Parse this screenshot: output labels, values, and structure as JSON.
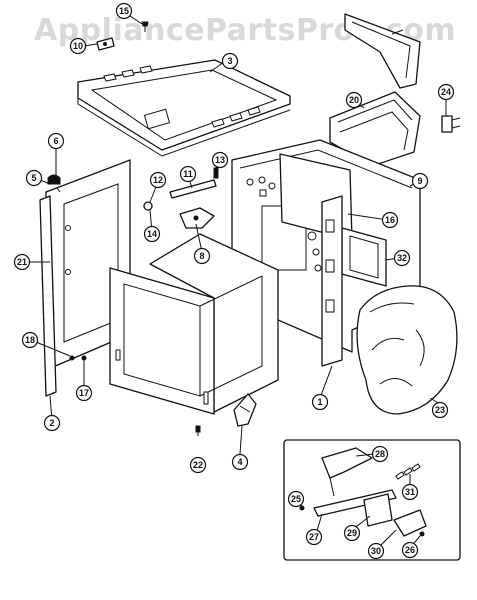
{
  "watermark": "AppliancePartsPros.com",
  "callouts": [
    {
      "id": "1",
      "label": "1"
    },
    {
      "id": "2",
      "label": "2"
    },
    {
      "id": "3",
      "label": "3"
    },
    {
      "id": "4",
      "label": "4"
    },
    {
      "id": "5",
      "label": "5"
    },
    {
      "id": "6",
      "label": "6"
    },
    {
      "id": "8",
      "label": "8"
    },
    {
      "id": "9",
      "label": "9"
    },
    {
      "id": "10",
      "label": "10"
    },
    {
      "id": "11",
      "label": "11"
    },
    {
      "id": "12",
      "label": "12"
    },
    {
      "id": "13",
      "label": "13"
    },
    {
      "id": "14",
      "label": "14"
    },
    {
      "id": "15",
      "label": "15"
    },
    {
      "id": "16",
      "label": "16"
    },
    {
      "id": "17",
      "label": "17"
    },
    {
      "id": "18",
      "label": "18"
    },
    {
      "id": "20",
      "label": "20"
    },
    {
      "id": "21",
      "label": "21"
    },
    {
      "id": "22",
      "label": "22"
    },
    {
      "id": "23",
      "label": "23"
    },
    {
      "id": "24",
      "label": "24"
    },
    {
      "id": "25",
      "label": "25"
    },
    {
      "id": "26",
      "label": "26"
    },
    {
      "id": "27",
      "label": "27"
    },
    {
      "id": "28",
      "label": "28"
    },
    {
      "id": "29",
      "label": "29"
    },
    {
      "id": "30",
      "label": "30"
    },
    {
      "id": "31",
      "label": "31"
    },
    {
      "id": "32",
      "label": "32"
    }
  ]
}
